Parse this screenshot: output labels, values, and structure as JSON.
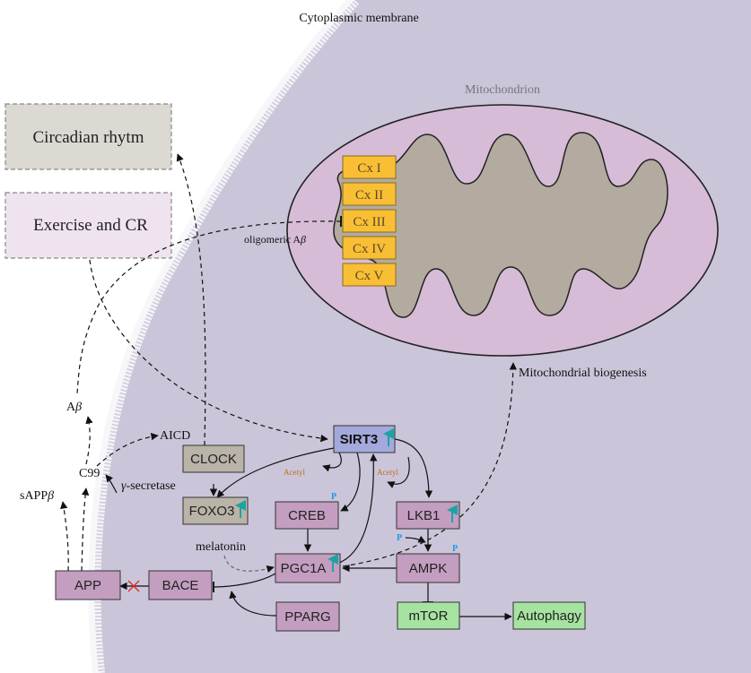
{
  "labels": {
    "cytoplasmic_membrane": "Cytoplasmic membrane",
    "mitochondrion": "Mitochondrion",
    "mitochondrial_biogenesis": "Mitochondrial biogenesis",
    "oligomeric_abeta_prefix": "oligomeric A",
    "beta": "β",
    "abeta_prefix": "A",
    "aicd": "AICD",
    "c99": "C99",
    "gamma": "γ",
    "secretase_suffix": "-secretase",
    "sappb_prefix": "sAPP",
    "melatonin": "melatonin",
    "acetyl_1": "Acetyl",
    "acetyl_2": "Acetyl",
    "p_creb": "P",
    "p_ampk_left": "P",
    "p_ampk_right": "P"
  },
  "boxes": {
    "circadian": "Circadian rhytm",
    "exercise": "Exercise and CR",
    "cx1": "Cx I",
    "cx2": "Cx II",
    "cx3": "Cx III",
    "cx4": "Cx IV",
    "cx5": "Cx V",
    "sirt3": "SIRT3",
    "clock": "CLOCK",
    "foxo3": "FOXO3",
    "creb": "CREB",
    "lkb1": "LKB1",
    "pgc1a": "PGC1A",
    "ampk": "AMPK",
    "app": "APP",
    "bace": "BACE",
    "pparg": "PPARG",
    "mtor": "mTOR",
    "autophagy": "Autophagy"
  },
  "colors": {
    "cell_fill": "#cbc5d9",
    "mito_fill": "#d6bcd7",
    "cristae_fill": "#b3aba0",
    "complex_fill": "#f9bf34",
    "protein_fill": "#c39ec0",
    "sirt3_fill": "#a3a9dc",
    "grey_box_fill": "#b9b3a8",
    "green_fill": "#a6e3a0",
    "teal_arrow": "#1ea3a4",
    "p_blue": "#1a9be0",
    "acetyl_orange": "#c06f1d",
    "inhibit_red": "#d9322a"
  }
}
